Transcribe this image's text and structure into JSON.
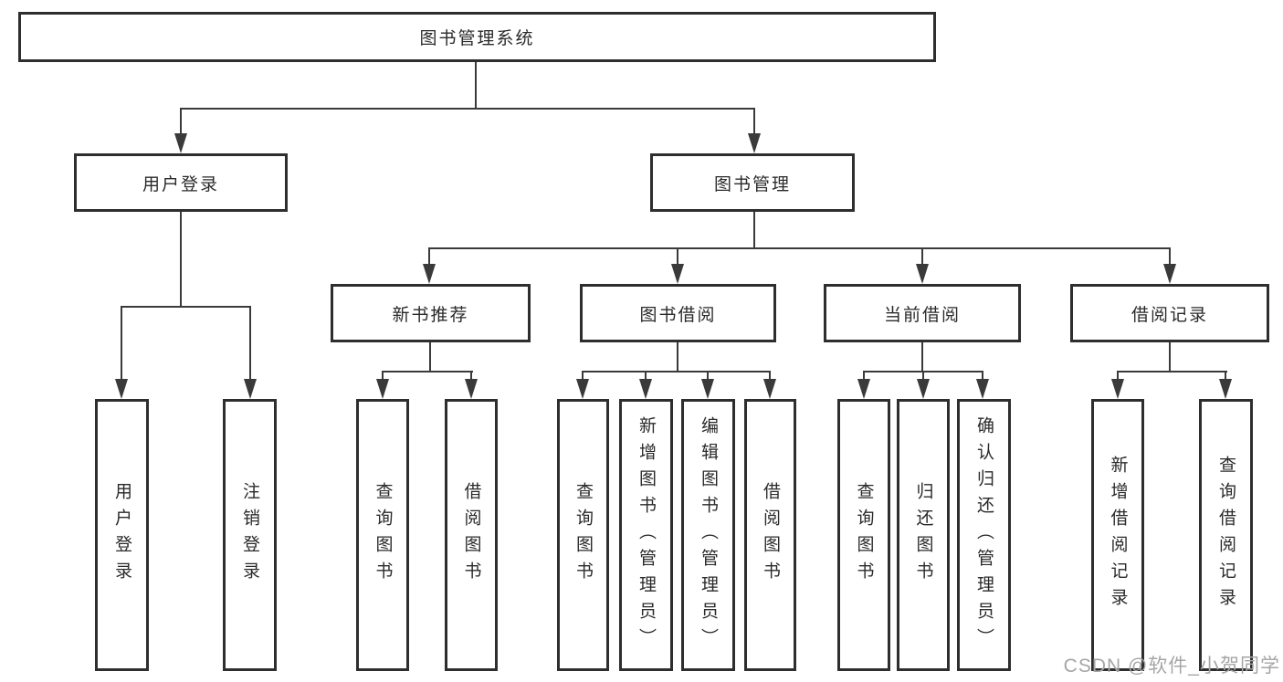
{
  "diagram_title": "图书管理系统",
  "tree": {
    "root": {
      "label": "图书管理系统",
      "children": [
        {
          "label": "用户登录",
          "children": [
            {
              "label": "用户登录"
            },
            {
              "label": "注销登录"
            }
          ]
        },
        {
          "label": "图书管理",
          "children": [
            {
              "label": "新书推荐",
              "children": [
                {
                  "label": "查询图书"
                },
                {
                  "label": "借阅图书"
                }
              ]
            },
            {
              "label": "图书借阅",
              "children": [
                {
                  "label": "查询图书"
                },
                {
                  "label": "新增图书（管理员）"
                },
                {
                  "label": "编辑图书（管理员）"
                },
                {
                  "label": "借阅图书"
                }
              ]
            },
            {
              "label": "当前借阅",
              "children": [
                {
                  "label": "查询图书"
                },
                {
                  "label": "归还图书"
                },
                {
                  "label": "确认归还（管理员）"
                }
              ]
            },
            {
              "label": "借阅记录",
              "children": [
                {
                  "label": "新增借阅记录"
                },
                {
                  "label": "查询借阅记录"
                }
              ]
            }
          ]
        }
      ]
    }
  },
  "watermark": "CSDN @软件_小贺同学",
  "colors": {
    "background": "#ffffff",
    "line": "#3a3a3a",
    "box_border": "#2e2e2e",
    "text": "#2a2a2a",
    "watermark": "#a6a6a6"
  }
}
